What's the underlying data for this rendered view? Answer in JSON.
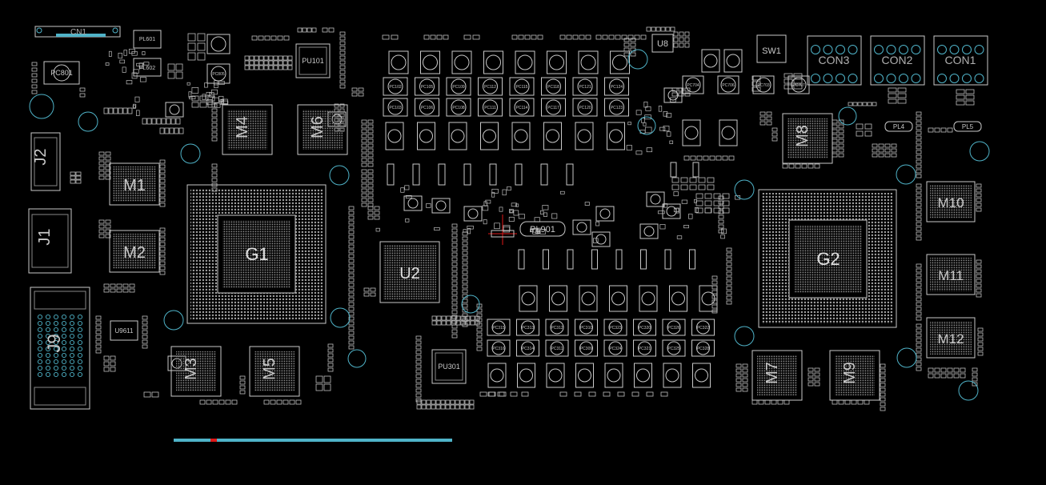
{
  "colors": {
    "background": "#000000",
    "outline": "#c8c8c8",
    "pad": "#bdbdbd",
    "accent": "#4fb3c8",
    "mark": "#ffffff",
    "highlight": "#e01818"
  },
  "labels": {
    "cn1": "CN1",
    "pl601": "PL601",
    "pl602": "PL602",
    "pc801": "PC801",
    "pc805": "PC805",
    "j2": "J2",
    "j1": "J1",
    "j9": "J9",
    "m1": "M1",
    "m2": "M2",
    "m3": "M3",
    "m4": "M4",
    "m5": "M5",
    "m6": "M6",
    "m7": "M7",
    "m8": "M8",
    "m9": "M9",
    "m10": "M10",
    "m11": "M11",
    "m12": "M12",
    "g1": "G1",
    "g2": "G2",
    "u2": "U2",
    "u8": "U8",
    "u9611": "U9611",
    "pu101": "PU101",
    "pu301": "PU301",
    "pl901": "PL901",
    "sw1": "SW1",
    "con1": "CON1",
    "con2": "CON2",
    "con3": "CON3",
    "pl4": "PL4",
    "pl5": "PL5"
  },
  "caps_top_row": [
    "PC102",
    "PC105",
    "PC109",
    "PC112",
    "PC115",
    "PC118",
    "PC121",
    "PC124"
  ],
  "caps_second_row": [
    "PC103",
    "PC106",
    "PC108",
    "PC111",
    "PC114",
    "PC117",
    "PC120",
    "PC123"
  ],
  "caps_right_group": [
    "PC704",
    "PC706",
    "PC703",
    "PC707"
  ],
  "caps_bottom_row1": [
    "PC315",
    "PC313",
    "PC312",
    "PC310",
    "PC323",
    "PC320",
    "PC326",
    "PC322"
  ],
  "caps_bottom_row2": [
    "PC316",
    "PC314",
    "PC311",
    "PC309",
    "PC324",
    "PC321",
    "PC325",
    "PC328"
  ]
}
